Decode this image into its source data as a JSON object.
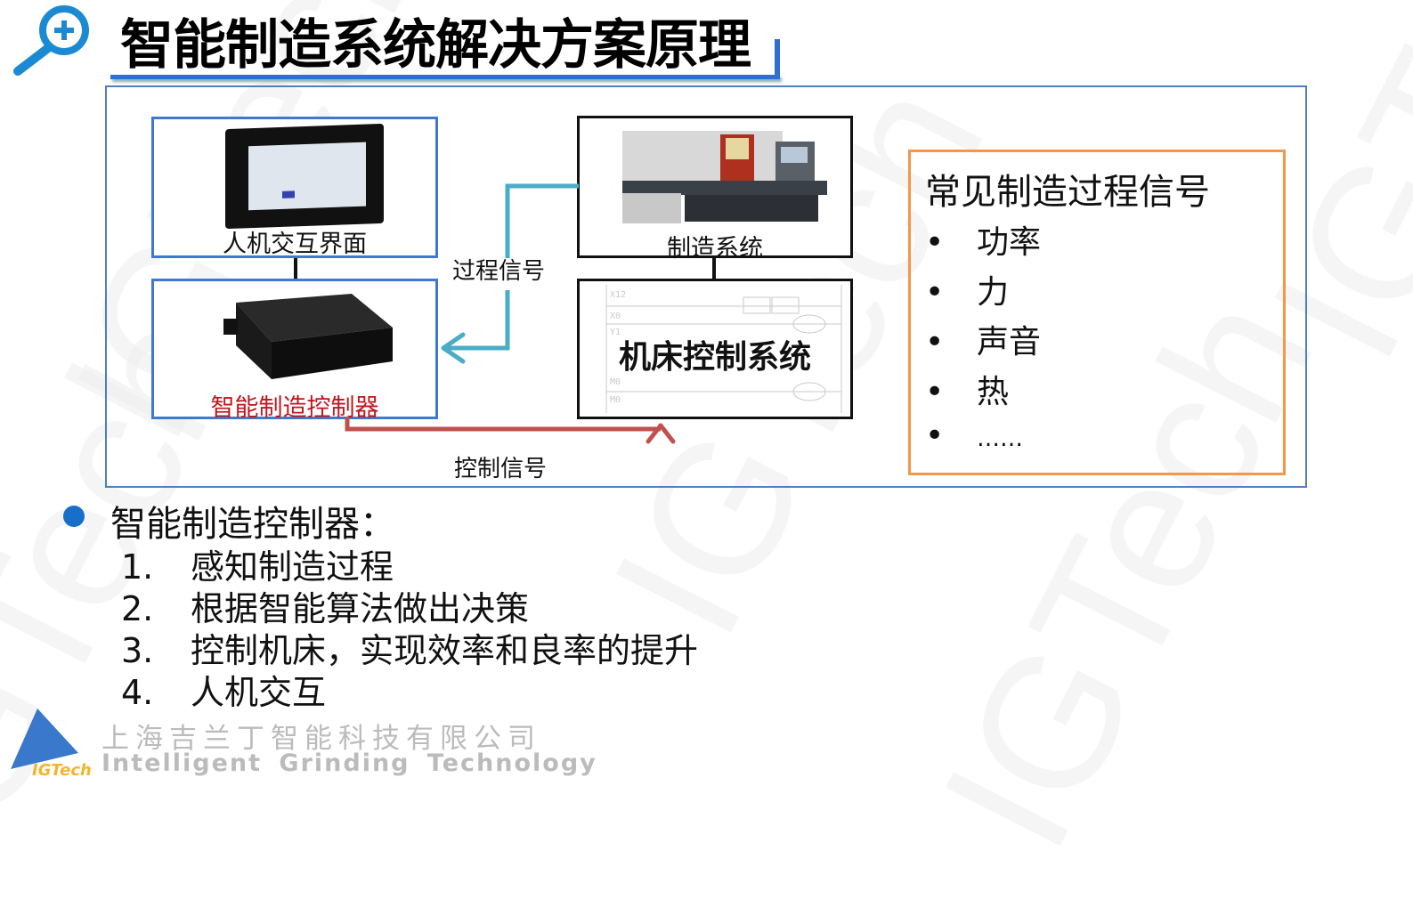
{
  "watermark": "IGTech",
  "header": {
    "title": "智能制造系统解决方案原理",
    "icon": "zoom-in-magnifier-icon"
  },
  "diagram": {
    "hmi": {
      "label": "人机交互界面",
      "image": "touchscreen-panel"
    },
    "controller": {
      "label": "智能制造控制器",
      "label_color": "#c0161e",
      "image": "black-controller-box"
    },
    "manufacturing": {
      "label": "制造系统",
      "image": "grinding-machine"
    },
    "machine_control": {
      "label": "机床控制系统",
      "image": "ladder-logic-diagram"
    },
    "edges": [
      {
        "from": "manufacturing",
        "to": "controller",
        "label": "过程信号",
        "color": "#4bacc6"
      },
      {
        "from": "controller",
        "to": "machine_control",
        "label": "控制信号",
        "color": "#c0504d"
      },
      {
        "from": "hmi",
        "to": "controller",
        "label": ""
      },
      {
        "from": "manufacturing",
        "to": "machine_control",
        "label": ""
      }
    ]
  },
  "signals_panel": {
    "title": "常见制造过程信号",
    "items": [
      "功率",
      "力",
      "声音",
      "热",
      "……"
    ],
    "border_color": "#f5964a"
  },
  "description": {
    "heading": "智能制造控制器：",
    "items": [
      {
        "num": "1.",
        "text": "感知制造过程"
      },
      {
        "num": "2.",
        "text": "根据智能算法做出决策"
      },
      {
        "num": "3.",
        "text": "控制机床，实现效率和良率的提升"
      },
      {
        "num": "4.",
        "text": "人机交互"
      }
    ]
  },
  "footer": {
    "logo_text": "IGTech",
    "company_cn": "上海吉兰丁智能科技有限公司",
    "company_en": "Intelligent Grinding Technology"
  },
  "colors": {
    "accent_blue": "#3e78d0",
    "process_signal": "#4bacc6",
    "control_signal": "#c0504d",
    "orange": "#f5964a"
  }
}
